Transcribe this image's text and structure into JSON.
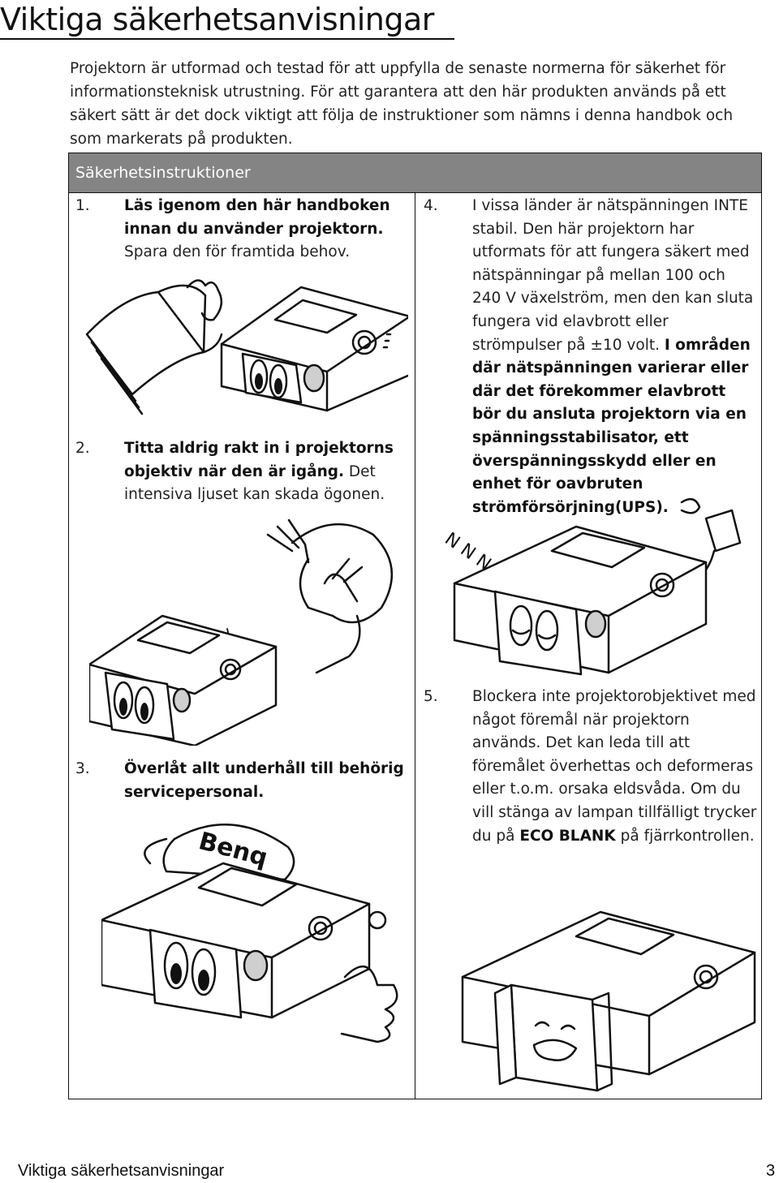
{
  "page": {
    "title": "Viktiga säkerhetsanvisningar",
    "intro": "Projektorn är utformad och testad för att uppfylla de senaste normerna för säkerhet för informationsteknisk utrustning. För att garantera att den här produkten används på ett säkert sätt är det dock viktigt att följa de instruktioner som nämns i denna handbok och som markerats på produkten.",
    "section_header": "Säkerhetsinstruktioner"
  },
  "items": [
    {
      "num": "1.",
      "bold": "Läs igenom den här handboken innan du använder projektorn.",
      "rest": " Spara den för framtida behov."
    },
    {
      "num": "2.",
      "bold": "Titta aldrig rakt in i projektorns objektiv när den är igång.",
      "rest": " Det intensiva ljuset kan skada ögonen."
    },
    {
      "num": "3.",
      "bold": "Överlåt allt underhåll till behörig servicepersonal.",
      "rest": ""
    },
    {
      "num": "4.",
      "plain": "I vissa länder är nätspänningen INTE stabil. Den här projektorn har utformats för att fungera säkert med nätspänningar på mellan 100 och 240 V växelström, men den kan sluta fungera vid elavbrott eller strömpulser på ±10 volt. ",
      "bold": "I områden där nätspänningen varierar eller där det förekommer elavbrott bör du ansluta projektorn via en spänningsstabilisator, ett överspänningsskydd eller en enhet för oavbruten strömförsörjning(UPS)."
    },
    {
      "num": "5.",
      "plain": "Blockera inte projektorobjektivet med något föremål när projektorn används. Det kan leda till att föremålet överhettas och deformeras eller t.o.m. orsaka eldsvåda. Om du vill stänga av lampan tillfälligt trycker du på ",
      "bold": "ECO BLANK",
      "rest": " på fjärrkontrollen."
    }
  ],
  "illustrations": {
    "cap_logo": "Benq",
    "power_lines": "N N N"
  },
  "footer": {
    "section_name": "Viktiga säkerhetsanvisningar",
    "page_number": "3"
  }
}
